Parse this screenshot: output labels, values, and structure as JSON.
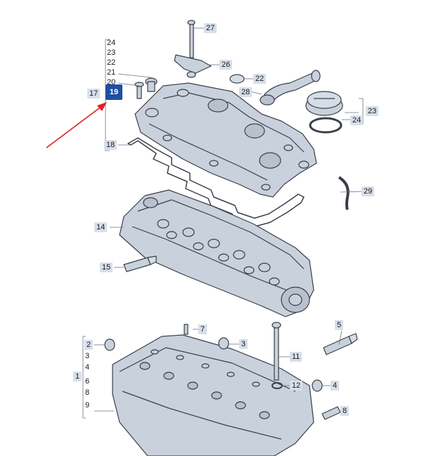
{
  "labels": {
    "p1": "1",
    "p2": "2",
    "p3": "3",
    "p4": "4",
    "p5": "5",
    "p6": "6",
    "p7": "7",
    "p8": "8",
    "p9": "9",
    "p3b": "3",
    "p4b": "4",
    "p8b": "8",
    "p11": "11",
    "p12": "12",
    "p14": "14",
    "p15": "15",
    "p17": "17",
    "p18": "18",
    "p19": "19",
    "p20": "20",
    "p21": "21",
    "p22": "22",
    "p23": "23",
    "p24": "24",
    "p22b": "22",
    "p23b": "23",
    "p24b": "24",
    "p26": "26",
    "p27": "27",
    "p28": "28",
    "p29": "29"
  },
  "colors": {
    "highlight": "#1f4ea3",
    "label_bg": "#d7dfeb",
    "arrow": "#e02020",
    "part_fill": "#c9d1dc",
    "part_stroke": "#3a3f47"
  }
}
